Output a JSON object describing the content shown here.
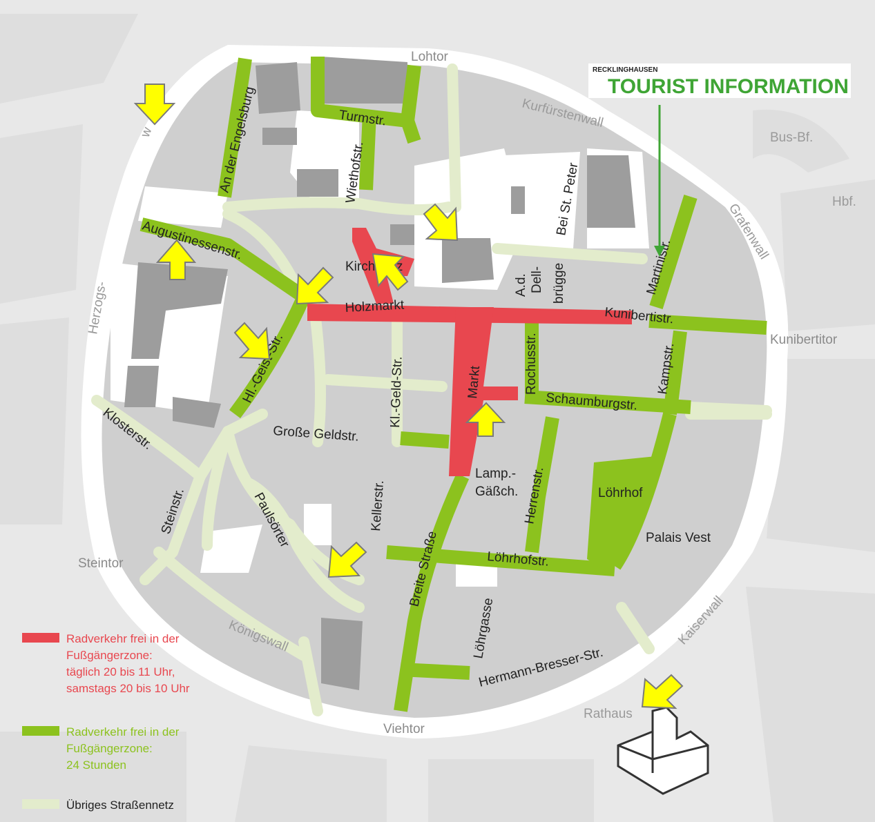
{
  "tourist": {
    "city": "RECKLINGHAUSEN",
    "title": "TOURIST INFORMATION"
  },
  "gates": {
    "lohtor": "Lohtor",
    "kunibertitor": "Kunibertitor",
    "steintor": "Steintor",
    "viehtor": "Viehtor"
  },
  "ring_roads": {
    "kurfuerstenwall": "Kurfürstenwall",
    "grafenwall": "Grafenwall",
    "kaiserwall": "Kaiserwall",
    "koenigswall": "Königswall",
    "herzogs": "Herzogs-",
    "wall_w": "w"
  },
  "places": {
    "bus": "Bus-Bf.",
    "hbf": "Hbf.",
    "rathaus": "Rathaus",
    "palais": "Palais Vest",
    "loehrhof": "Löhrhof",
    "kirchplatz": "Kirchplatz"
  },
  "streets": {
    "turmstr": "Turmstr.",
    "wiethofstr": "Wiethofstr.",
    "engelsburg": "An der Engelsburg",
    "augustinessenstr": "Augustinessenstr.",
    "beistpeter": "Bei St. Peter",
    "martinistr": "Martinistr.",
    "holzmarkt": "Holzmarkt",
    "kunibertistr": "Kunibertistr.",
    "ad": "A.d.",
    "dell": "Dell-",
    "bruegge": "brügge",
    "rochusstr": "Rochusstr.",
    "kampstr": "Kampstr.",
    "schaumburgstr": "Schaumburgstr.",
    "markt": "Markt",
    "klgeldstr": "Kl.-Geld-Str.",
    "hlgeiststr": "Hl.-Geist-Str.",
    "grossegeldstr": "Große Geldstr.",
    "klosterstr": "Klosterstr.",
    "steinstr": "Steinstr.",
    "paulsoerter": "Paulsörter",
    "kellerstr": "Kellerstr.",
    "lamp": "Lamp.-",
    "gaessch": "Gäßch.",
    "herrenstr": "Herrenstr.",
    "breitestrasse": "Breite Straße",
    "loehrhofstr": "Löhrhofstr.",
    "loehrgasse": "Löhrgasse",
    "hermannbresser": "Hermann-Bresser-Str."
  },
  "legend": {
    "red": [
      "Radverkehr frei in der",
      "Fußgängerzone:",
      "täglich 20 bis 11 Uhr,",
      "samstags 20 bis 10 Uhr"
    ],
    "green": [
      "Radverkehr frei in der",
      "Fußgängerzone:",
      "24 Stunden"
    ],
    "light": [
      "Übriges Straßennetz"
    ]
  },
  "colors": {
    "red_zone": "#e8474f",
    "green_zone": "#8cc21e",
    "other_roads": "#e3eccc",
    "arrow": "#ffff00",
    "tourist_green": "#3fa535"
  }
}
